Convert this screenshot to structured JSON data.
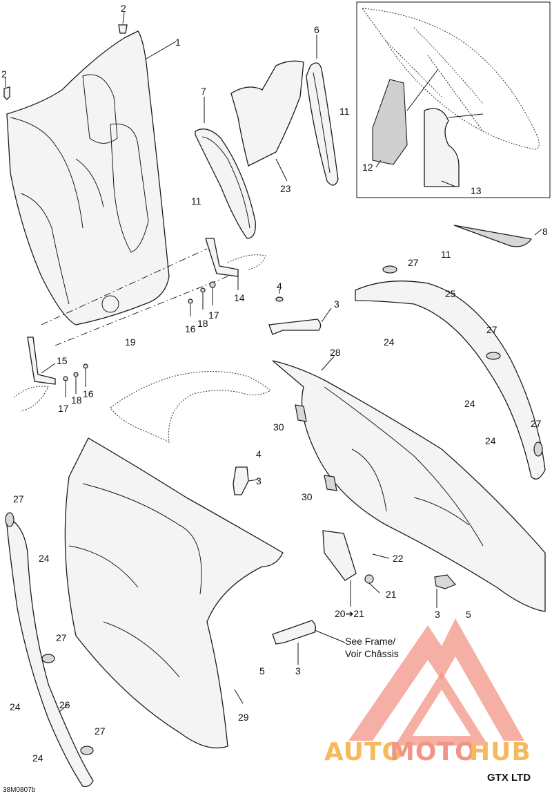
{
  "model_label": "GTX LTD",
  "diagram_code": "38M0807b",
  "watermark": {
    "text_a": "AUTO",
    "text_b": "MOTO",
    "text_c": "HUB",
    "color_orange": "#f6b24a",
    "color_red": "#f08a7a"
  },
  "note": {
    "line1": "See Frame/",
    "line2": "Voir Châssis"
  },
  "callouts": [
    {
      "id": "c2a",
      "text": "2"
    },
    {
      "id": "c2b",
      "text": "2"
    },
    {
      "id": "c1",
      "text": "1"
    },
    {
      "id": "c7",
      "text": "7"
    },
    {
      "id": "c6",
      "text": "6"
    },
    {
      "id": "c11a",
      "text": "11"
    },
    {
      "id": "c11b",
      "text": "11"
    },
    {
      "id": "c23",
      "text": "23"
    },
    {
      "id": "c12",
      "text": "12"
    },
    {
      "id": "c13",
      "text": "13"
    },
    {
      "id": "c8",
      "text": "8"
    },
    {
      "id": "c11c",
      "text": "11"
    },
    {
      "id": "c27a",
      "text": "27"
    },
    {
      "id": "c25",
      "text": "25"
    },
    {
      "id": "c24a",
      "text": "24"
    },
    {
      "id": "c14",
      "text": "14"
    },
    {
      "id": "c4a",
      "text": "4"
    },
    {
      "id": "c3a",
      "text": "3"
    },
    {
      "id": "c16a",
      "text": "16"
    },
    {
      "id": "c18a",
      "text": "18"
    },
    {
      "id": "c17a",
      "text": "17"
    },
    {
      "id": "c19",
      "text": "19"
    },
    {
      "id": "c15",
      "text": "15"
    },
    {
      "id": "c16b",
      "text": "16"
    },
    {
      "id": "c17b",
      "text": "17"
    },
    {
      "id": "c18b",
      "text": "18"
    },
    {
      "id": "c28",
      "text": "28"
    },
    {
      "id": "c27b",
      "text": "27"
    },
    {
      "id": "c24b",
      "text": "24"
    },
    {
      "id": "c30a",
      "text": "30"
    },
    {
      "id": "c27c",
      "text": "27"
    },
    {
      "id": "c24c",
      "text": "24"
    },
    {
      "id": "c4b",
      "text": "4"
    },
    {
      "id": "c3b",
      "text": "3"
    },
    {
      "id": "c30b",
      "text": "30"
    },
    {
      "id": "c27d",
      "text": "27"
    },
    {
      "id": "c24d",
      "text": "24"
    },
    {
      "id": "c22",
      "text": "22"
    },
    {
      "id": "c21",
      "text": "21"
    },
    {
      "id": "c2021",
      "text": "20➔21"
    },
    {
      "id": "c3c",
      "text": "3"
    },
    {
      "id": "c5a",
      "text": "5"
    },
    {
      "id": "c27e",
      "text": "27"
    },
    {
      "id": "c24e",
      "text": "24"
    },
    {
      "id": "c5b",
      "text": "5"
    },
    {
      "id": "c3d",
      "text": "3"
    },
    {
      "id": "c26",
      "text": "26"
    },
    {
      "id": "c29",
      "text": "29"
    },
    {
      "id": "c27f",
      "text": "27"
    },
    {
      "id": "c24f",
      "text": "24"
    }
  ]
}
